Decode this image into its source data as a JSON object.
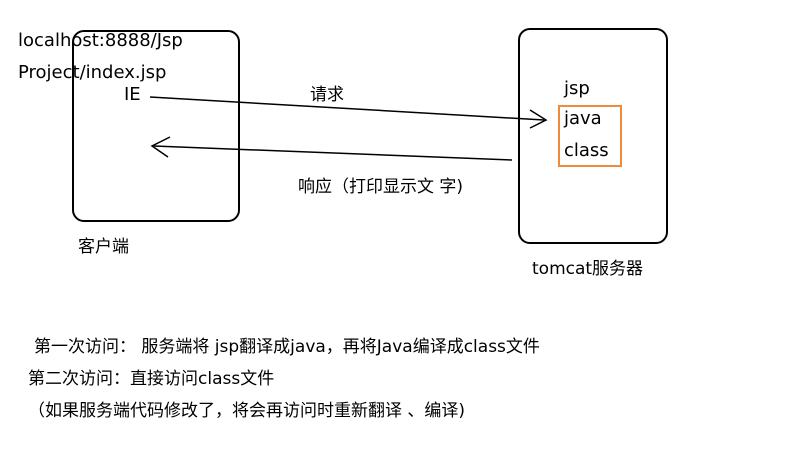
{
  "client": {
    "url_line1": "localhost:8888/Jsp",
    "url_line2": "Project/index.jsp",
    "browser": "IE",
    "label": "客户端"
  },
  "server": {
    "label": "tomcat服务器",
    "items": [
      "jsp",
      "java",
      "class"
    ]
  },
  "arrows": {
    "request": "请求",
    "response": "响应（打印显示文  字)"
  },
  "notes": {
    "line1": "第一次访问：  服务端将 jsp翻译成java，再将Java编译成class文件",
    "line2": "第二次访问：直接访问class文件",
    "line3": "（如果服务端代码修改了，将会再访问时重新翻译 、编译)"
  },
  "colors": {
    "highlight": "#f08a3c",
    "ink": "#000000"
  }
}
